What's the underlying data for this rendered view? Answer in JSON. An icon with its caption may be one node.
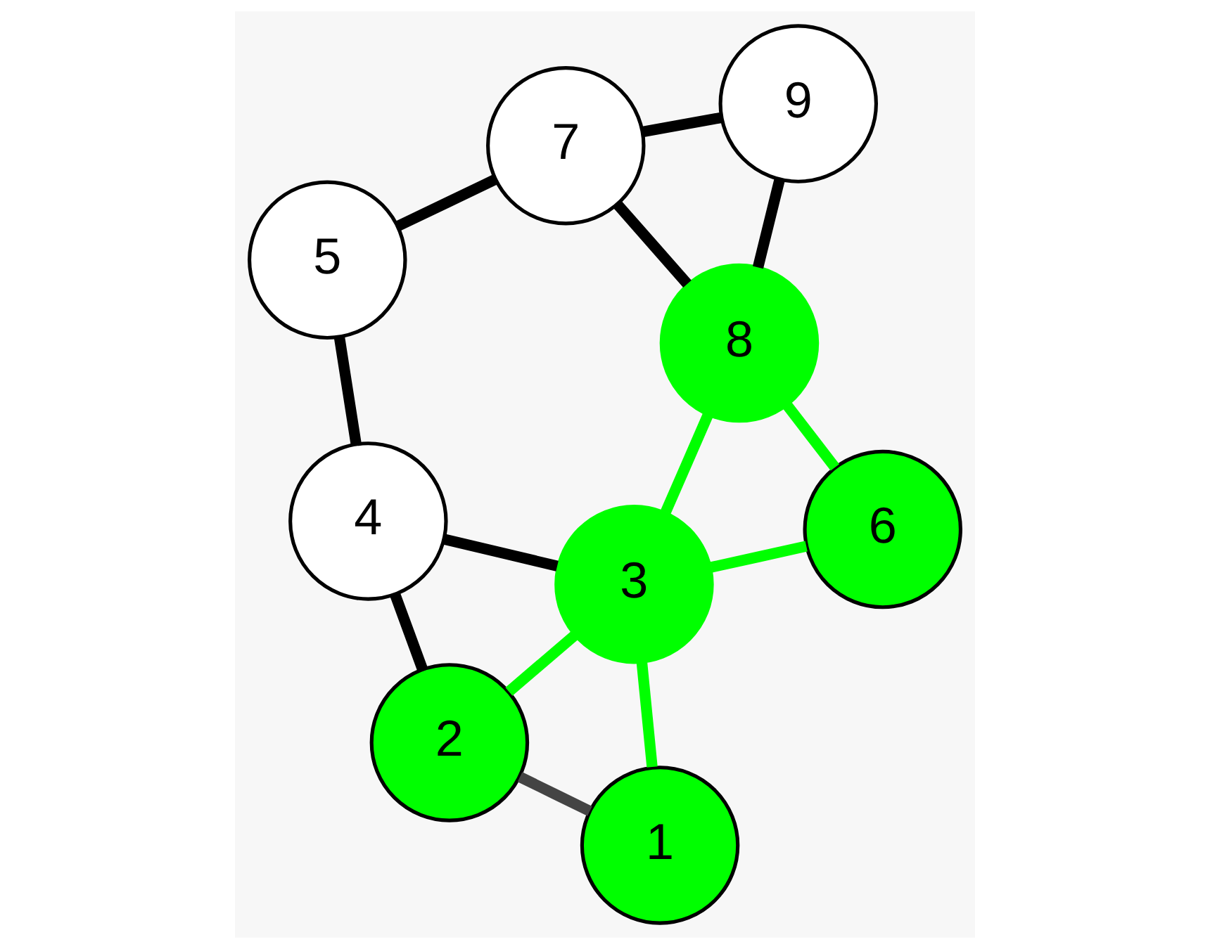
{
  "diagram": {
    "nodes": [
      {
        "text": [
          "1"
        ]
      },
      {
        "text": [
          "2"
        ]
      },
      {
        "text": [
          "3"
        ]
      },
      {
        "text": [
          "4"
        ]
      },
      {
        "text": [
          "5"
        ]
      },
      {
        "text": [
          "6"
        ]
      },
      {
        "text": [
          "7"
        ]
      },
      {
        "text": [
          "8"
        ]
      },
      {
        "text": [
          "9"
        ]
      }
    ],
    "edges": [
      {
        "from": 0,
        "to": 1,
        "arrow": "none",
        "color": "#444444"
      },
      {
        "from": 1,
        "to": 3,
        "arrow": "none"
      },
      {
        "from": 0,
        "to": 2,
        "arrow": "none",
        "color": "#00ff00"
      },
      {
        "from": 1,
        "to": 2,
        "arrow": "none",
        "color": "#00ff00"
      },
      {
        "from": 2,
        "to": 3,
        "arrow": "none"
      },
      {
        "from": 3,
        "to": 4,
        "arrow": "none"
      },
      {
        "from": 2,
        "to": 5,
        "arrow": "none",
        "color": "#00ff00"
      },
      {
        "from": 2,
        "to": 7,
        "arrow": "none",
        "color": "#00ff00"
      },
      {
        "from": 5,
        "to": 7,
        "arrow": "none",
        "color": "#00ff00"
      },
      {
        "from": 4,
        "to": 6,
        "arrow": "none"
      },
      {
        "from": 6,
        "to": 7,
        "arrow": "none"
      },
      {
        "from": 6,
        "to": 8,
        "arrow": "none"
      },
      {
        "from": 7,
        "to": 8,
        "arrow": "none"
      }
    ]
  }
}
